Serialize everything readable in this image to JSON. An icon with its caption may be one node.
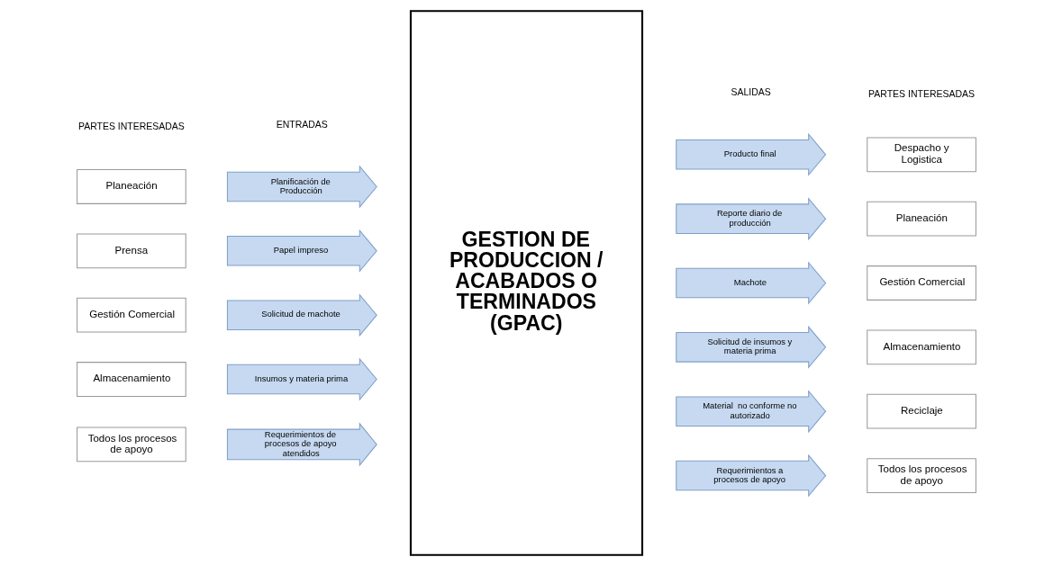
{
  "diagram": {
    "nodes": [
      {
        "text": [
          "Planeación"
        ]
      },
      {
        "text": [
          "Prensa"
        ]
      },
      {
        "text": [
          "Gestión Comercial"
        ]
      },
      {
        "text": [
          "Almacenamiento"
        ]
      },
      {
        "text": [
          "Todos los procesos de apoyo"
        ]
      },
      {
        "text": [
          "Planificación de Producción"
        ]
      },
      {
        "text": [
          "Papel impreso"
        ]
      },
      {
        "text": [
          "Solicitud de machote"
        ]
      },
      {
        "text": [
          "Insumos y materia prima"
        ]
      },
      {
        "text": [
          "Requerimientos de procesos de apoyo atendidos"
        ]
      },
      {
        "text": [
          "GESTION DE PRODUCCION / ACABADOS O TERMINADOS (GPAC)"
        ]
      },
      {
        "text": [
          "Producto final"
        ]
      },
      {
        "text": [
          "Reporte diario de producción"
        ]
      },
      {
        "text": [
          "Machote"
        ]
      },
      {
        "text": [
          "Solicitud de insumos y materia prima"
        ]
      },
      {
        "text": [
          "Material  no conforme no autorizado"
        ]
      },
      {
        "text": [
          "Requerimientos a procesos de apoyo"
        ]
      },
      {
        "text": [
          "Despacho y Logistica"
        ]
      },
      {
        "text": [
          "Planeación"
        ]
      },
      {
        "text": [
          "Gestión Comercial"
        ]
      },
      {
        "text": [
          "Almacenamiento"
        ]
      },
      {
        "text": [
          "Reciclaje"
        ]
      },
      {
        "text": [
          "Todos los procesos de apoyo"
        ]
      }
    ],
    "edges": [],
    "labels": [
      "PARTES INTERESADAS",
      "ENTRADAS",
      "SALIDAS",
      "PARTES INTERESADAS"
    ]
  }
}
